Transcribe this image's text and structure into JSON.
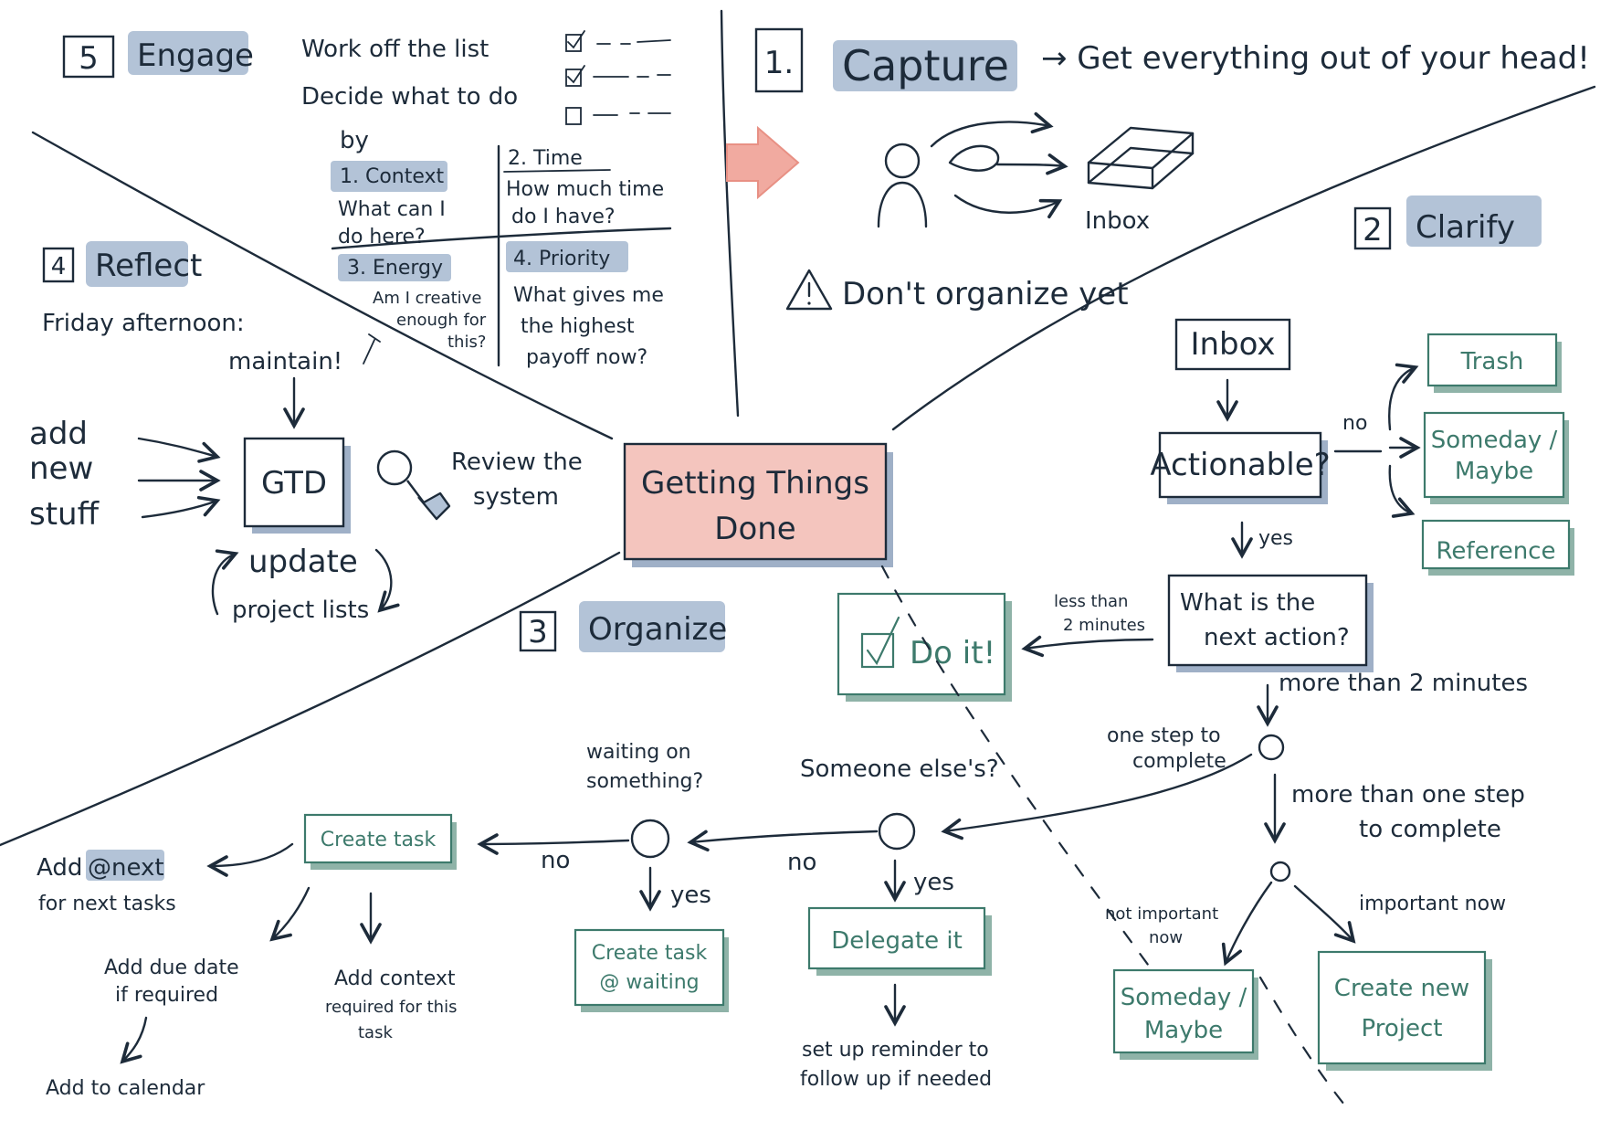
{
  "center": {
    "title_line1": "Getting Things",
    "title_line2": "Done"
  },
  "capture": {
    "number": "1.",
    "title": "Capture",
    "tagline": "→ Get everything out of your head!",
    "inbox_label": "Inbox",
    "warning": "Don't organize yet"
  },
  "clarify": {
    "number": "2",
    "title": "Clarify",
    "inbox": "Inbox",
    "actionable": "Actionable?",
    "no": "no",
    "yes": "yes",
    "trash": "Trash",
    "someday_line1": "Someday /",
    "someday_line2": "Maybe",
    "reference": "Reference",
    "next_action_line1": "What is the",
    "next_action_line2": "next action?",
    "less_than_line1": "less than",
    "less_than_line2": "2 minutes",
    "do_it": "Do it!",
    "more_than_2": "more than 2 minutes",
    "one_step_line1": "one step to",
    "one_step_line2": "complete",
    "more_than_one_line1": "more than one step",
    "more_than_one_line2": "to complete",
    "not_important_line1": "not important",
    "not_important_line2": "now",
    "important_now": "important now",
    "someday2_line1": "Someday /",
    "someday2_line2": "Maybe",
    "new_project_line1": "Create new",
    "new_project_line2": "Project"
  },
  "organize": {
    "number": "3",
    "title": "Organize",
    "someone_else": "Someone else's?",
    "waiting_line1": "waiting on",
    "waiting_line2": "something?",
    "no_1": "no",
    "no_2": "no",
    "yes_1": "yes",
    "yes_2": "yes",
    "delegate": "Delegate it",
    "reminder_line1": "set up reminder to",
    "reminder_line2": "follow up if needed",
    "waiting_task_line1": "Create task",
    "waiting_task_line2": "@ waiting",
    "create_task": "Create task",
    "add_next_prefix": "Add ",
    "add_next_tag": "@next",
    "add_next_line2": "for next tasks",
    "due_line1": "Add due date",
    "due_line2": "if required",
    "context_line1": "Add context",
    "context_line2": "required for this",
    "context_line3": "task",
    "calendar": "Add to calendar"
  },
  "reflect": {
    "number": "4",
    "title": "Reflect",
    "when": "Friday afternoon:",
    "maintain": "maintain!",
    "add_line1": "add",
    "add_line2": "new",
    "add_line3": "stuff",
    "gtd": "GTD",
    "review_line1": "Review the",
    "review_line2": "system",
    "update_line1": "update",
    "update_line2": "project lists"
  },
  "engage": {
    "number": "5",
    "title": "Engage",
    "line1": "Work off the list",
    "line2": "Decide what to do",
    "by": "by",
    "context_title": "1. Context",
    "context_q1": "What can I",
    "context_q2": "do here?",
    "time_title": "2. Time",
    "time_q1": "How much time",
    "time_q2": "do I have?",
    "energy_title": "3. Energy",
    "energy_q1": "Am I creative",
    "energy_q2": "enough for",
    "energy_q3": "this?",
    "priority_title": "4. Priority",
    "priority_q1": "What gives me",
    "priority_q2": "the highest",
    "priority_q3": "payoff now?"
  }
}
